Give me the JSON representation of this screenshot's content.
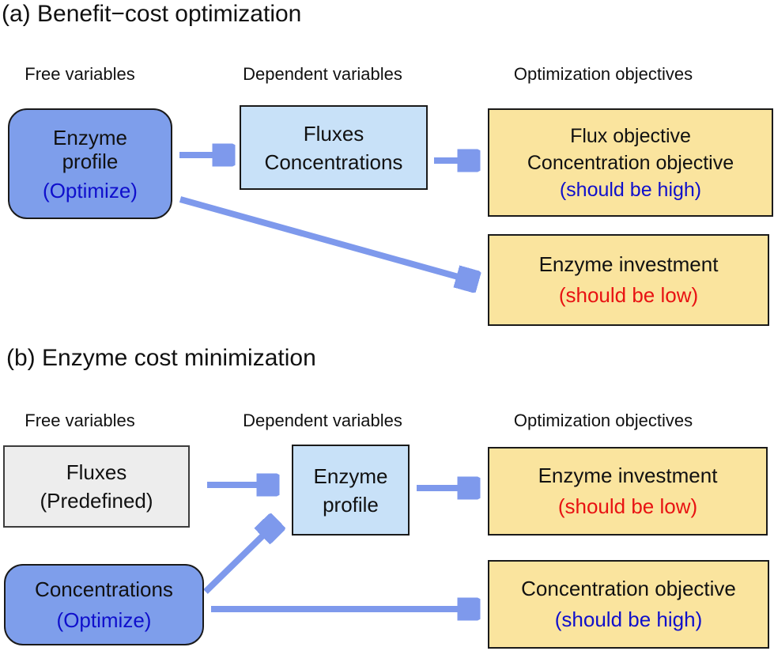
{
  "panel_a": {
    "title": "(a) Benefit−cost optimization",
    "headers": {
      "free": "Free variables",
      "dependent": "Dependent variables",
      "objectives": "Optimization objectives"
    },
    "boxes": {
      "enzyme_profile": {
        "line1": "Enzyme",
        "line2": "profile",
        "note": "(Optimize)"
      },
      "fluxes_concentrations": {
        "line1": "Fluxes",
        "line2": "Concentrations"
      },
      "flux_objective": {
        "line1": "Flux objective",
        "line2": "Concentration objective",
        "note": "(should be high)"
      },
      "enzyme_investment": {
        "line1": "Enzyme investment",
        "note": "(should be low)"
      }
    }
  },
  "panel_b": {
    "title": "(b) Enzyme cost minimization",
    "headers": {
      "free": "Free variables",
      "dependent": "Dependent variables",
      "objectives": "Optimization objectives"
    },
    "boxes": {
      "fluxes_predefined": {
        "line1": "Fluxes",
        "line2": "(Predefined)"
      },
      "concentrations": {
        "line1": "Concentrations",
        "note": "(Optimize)"
      },
      "enzyme_profile": {
        "line1": "Enzyme",
        "line2": "profile"
      },
      "enzyme_investment": {
        "line1": "Enzyme investment",
        "note": "(should be low)"
      },
      "concentration_objective": {
        "line1": "Concentration objective",
        "note": "(should be high)"
      }
    }
  },
  "colors": {
    "optimize_box_fill": "#7E9EEB",
    "dependent_box_fill": "#C8E1F8",
    "objective_box_fill": "#FAE49E",
    "predefined_box_fill": "#EDEDED",
    "arrow": "#7E99EC",
    "optimize_note_text": "#0F0FCC",
    "should_be_high_text": "#0F0FCC",
    "should_be_low_text": "#E81212",
    "body_text": "#111111"
  }
}
